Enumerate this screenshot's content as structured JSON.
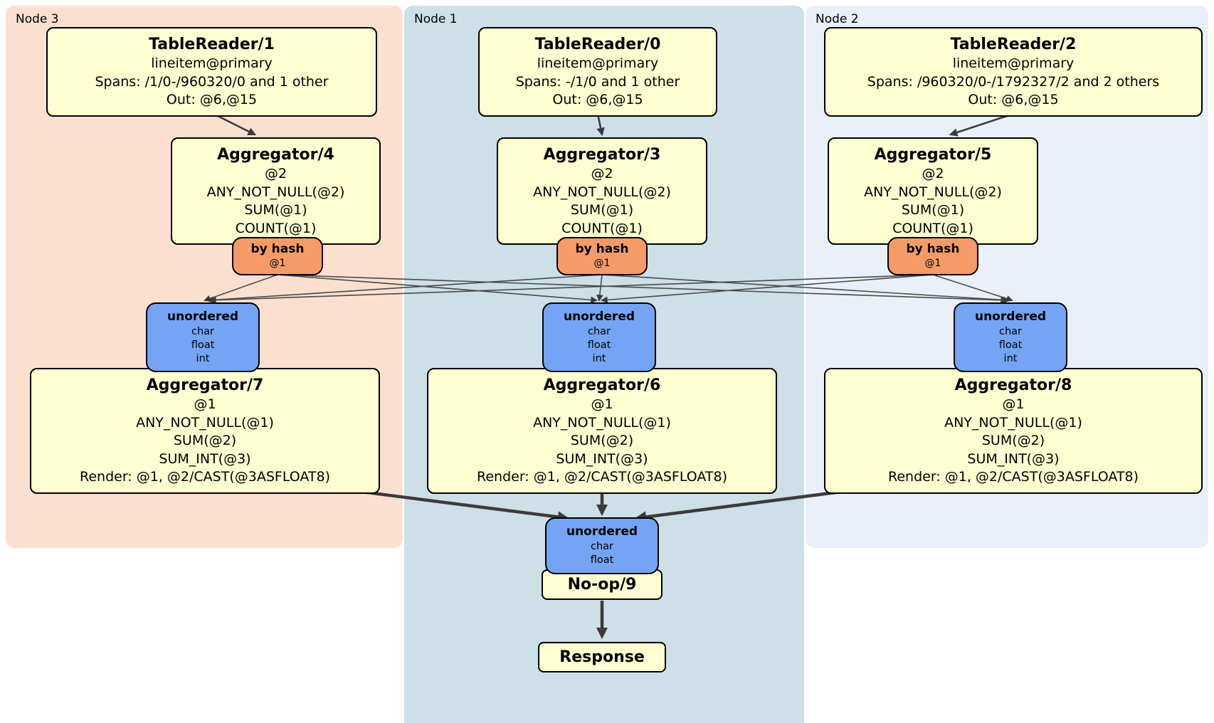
{
  "regions": {
    "node3": {
      "label": "Node 3"
    },
    "node1": {
      "label": "Node 1"
    },
    "node2": {
      "label": "Node 2"
    }
  },
  "boxes": {
    "tablereader1": {
      "title": "TableReader/1",
      "lines": [
        "lineitem@primary",
        "Spans: /1/0-/960320/0 and 1 other",
        "Out: @6,@15"
      ]
    },
    "tablereader0": {
      "title": "TableReader/0",
      "lines": [
        "lineitem@primary",
        "Spans: -/1/0 and 1 other",
        "Out: @6,@15"
      ]
    },
    "tablereader2": {
      "title": "TableReader/2",
      "lines": [
        "lineitem@primary",
        "Spans: /960320/0-/1792327/2 and 2 others",
        "Out: @6,@15"
      ]
    },
    "aggregator4": {
      "title": "Aggregator/4",
      "lines": [
        "@2",
        "ANY_NOT_NULL(@2)",
        "SUM(@1)",
        "COUNT(@1)"
      ]
    },
    "aggregator3": {
      "title": "Aggregator/3",
      "lines": [
        "@2",
        "ANY_NOT_NULL(@2)",
        "SUM(@1)",
        "COUNT(@1)"
      ]
    },
    "aggregator5": {
      "title": "Aggregator/5",
      "lines": [
        "@2",
        "ANY_NOT_NULL(@2)",
        "SUM(@1)",
        "COUNT(@1)"
      ]
    },
    "router3": {
      "title": "by hash",
      "sub": "@1"
    },
    "router1": {
      "title": "by hash",
      "sub": "@1"
    },
    "router2": {
      "title": "by hash",
      "sub": "@1"
    },
    "sync3": {
      "title": "unordered",
      "lines": [
        "char",
        "float",
        "int"
      ]
    },
    "sync1": {
      "title": "unordered",
      "lines": [
        "char",
        "float",
        "int"
      ]
    },
    "sync2": {
      "title": "unordered",
      "lines": [
        "char",
        "float",
        "int"
      ]
    },
    "aggregator7": {
      "title": "Aggregator/7",
      "lines": [
        "@1",
        "ANY_NOT_NULL(@1)",
        "SUM(@2)",
        "SUM_INT(@3)",
        "Render: @1, @2/CAST(@3ASFLOAT8)"
      ]
    },
    "aggregator6": {
      "title": "Aggregator/6",
      "lines": [
        "@1",
        "ANY_NOT_NULL(@1)",
        "SUM(@2)",
        "SUM_INT(@3)",
        "Render: @1, @2/CAST(@3ASFLOAT8)"
      ]
    },
    "aggregator8": {
      "title": "Aggregator/8",
      "lines": [
        "@1",
        "ANY_NOT_NULL(@1)",
        "SUM(@2)",
        "SUM_INT(@3)",
        "Render: @1, @2/CAST(@3ASFLOAT8)"
      ]
    },
    "syncfinal": {
      "title": "unordered",
      "lines": [
        "char",
        "float"
      ]
    },
    "noop": {
      "title": "No-op/9"
    },
    "response": {
      "title": "Response"
    }
  },
  "colors": {
    "node3_bg": "#fbe0d0",
    "node1_bg": "#cddfe7",
    "node2_bg": "#e9f0f9",
    "processor_fill": "#ffffd2",
    "router_fill": "#f59b68",
    "sync_fill": "#74a4f3",
    "edge_color": "#3b3b3b"
  }
}
